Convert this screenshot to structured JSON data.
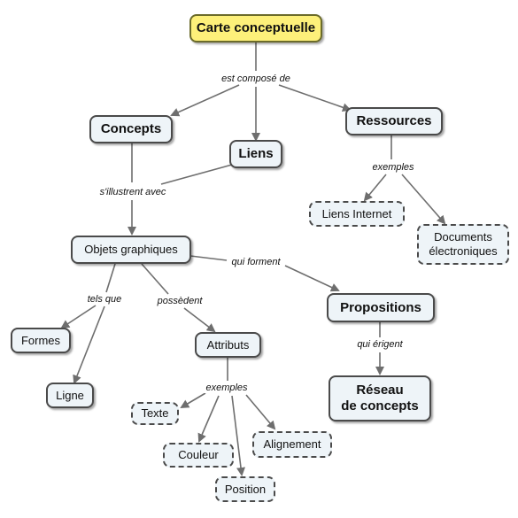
{
  "diagram": {
    "nodes": {
      "carte": "Carte conceptuelle",
      "concepts": "Concepts",
      "liens": "Liens",
      "ressources": "Ressources",
      "objets": "Objets graphiques",
      "liens_internet": "Liens Internet",
      "documents_1": "Documents",
      "documents_2": "électroniques",
      "propositions": "Propositions",
      "formes": "Formes",
      "attributs": "Attributs",
      "ligne": "Ligne",
      "reseau_1": "Réseau",
      "reseau_2": "de concepts",
      "texte": "Texte",
      "couleur": "Couleur",
      "alignement": "Alignement",
      "position": "Position"
    },
    "link_labels": {
      "est_compose": "est composé de",
      "exemples_ressources": "exemples",
      "sillustrent": "s'illustrent avec",
      "qui_forment": "qui forment",
      "tels_que": "tels que",
      "possedent": "possèdent",
      "qui_erigent": "qui érigent",
      "exemples_attributs": "exemples"
    },
    "colors": {
      "root_fill": "#fdf07a",
      "node_fill": "#eef4f8",
      "line": "#6e6e6e"
    }
  }
}
